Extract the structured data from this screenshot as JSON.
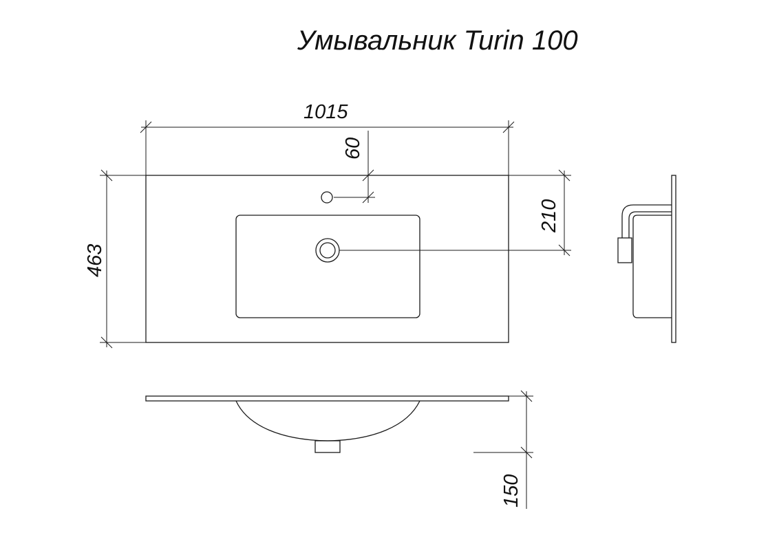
{
  "title": "Умывальник Turin 100",
  "dimensions": {
    "width": "1015",
    "depth": "463",
    "tap_hole_offset": "60",
    "drain_offset": "210",
    "height": "150"
  }
}
